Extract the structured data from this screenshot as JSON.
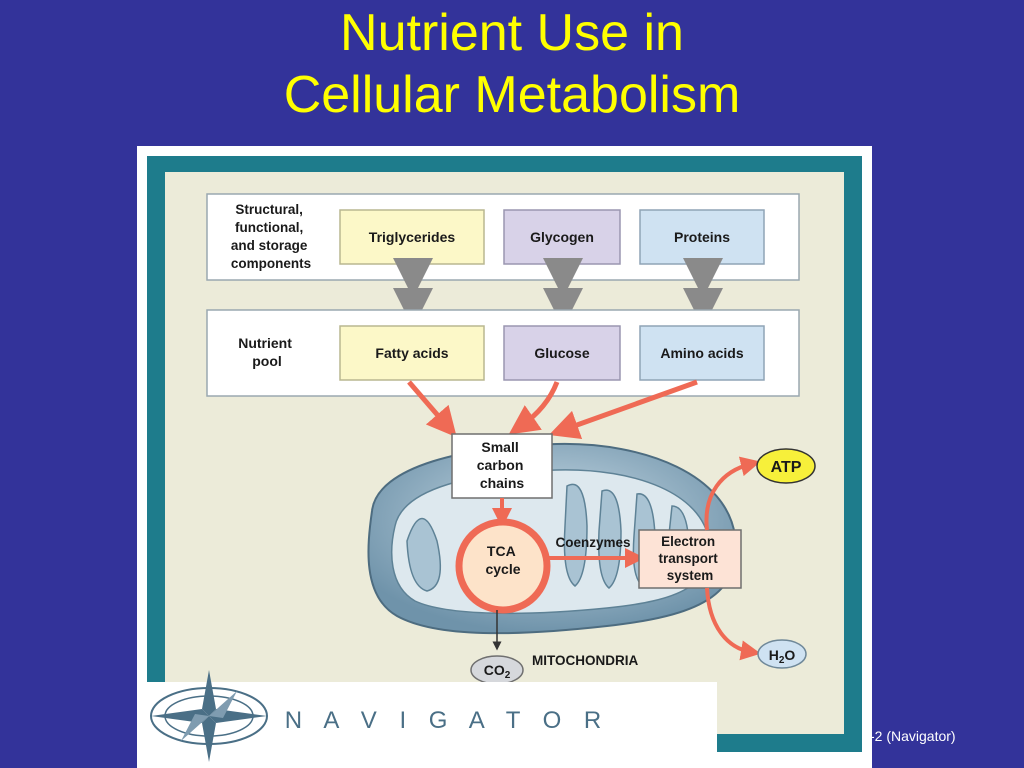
{
  "slide": {
    "title_line1": "Nutrient Use in",
    "title_line2": "Cellular Metabolism",
    "caption": "-2 (Navigator)"
  },
  "diagram": {
    "row1_label": [
      "Structural,",
      "functional,",
      "and storage",
      "components"
    ],
    "row2_label": [
      "Nutrient",
      "pool"
    ],
    "triglycerides": "Triglycerides",
    "glycogen": "Glycogen",
    "proteins": "Proteins",
    "fatty_acids": "Fatty acids",
    "glucose": "Glucose",
    "amino_acids": "Amino acids",
    "small_carbon": [
      "Small",
      "carbon",
      "chains"
    ],
    "tca": [
      "TCA",
      "cycle"
    ],
    "coenzymes": "Coenzymes",
    "electron_transport": [
      "Electron",
      "transport",
      "system"
    ],
    "atp": "ATP",
    "h2o_main": "H",
    "h2o_sub": "2",
    "h2o_end": "O",
    "co2_main": "CO",
    "co2_sub": "2",
    "mitochondria": "MITOCHONDRIA",
    "navigator": "N A V I G A T O R"
  },
  "colors": {
    "slide_background": "#33339a",
    "title": "#ffff00",
    "frame_teal": "#1e7c8c",
    "panel_beige": "#ecebd9",
    "triglyceride_fill": "#fcf8c8",
    "glycogen_fill": "#d8d2e8",
    "protein_fill": "#cfe2f2",
    "arrow_red": "#ef6a55",
    "atp_fill": "#f7f03a",
    "tca_ring": "#ef6a55",
    "tca_fill": "#fde3c9",
    "mitochondria_blue": "#8fb0c3",
    "navigator_text": "#4a6f86"
  }
}
